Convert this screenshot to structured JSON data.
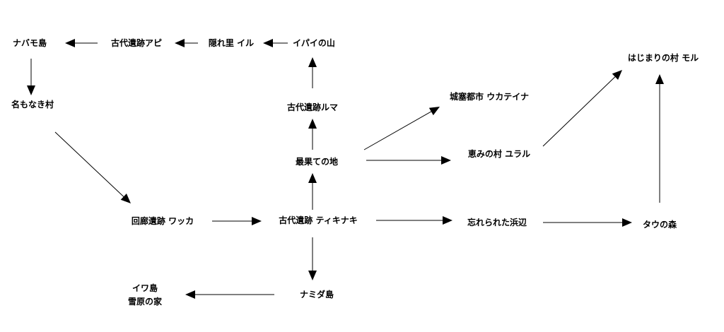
{
  "diagram": {
    "nodes": [
      {
        "id": "nabamo",
        "label": "ナバモ島"
      },
      {
        "id": "apipi",
        "label": "古代遺跡アピ"
      },
      {
        "id": "kakure",
        "label": "隠れ里 イル"
      },
      {
        "id": "ipai",
        "label": "イパイの山"
      },
      {
        "id": "namonaki",
        "label": "名もなき村"
      },
      {
        "id": "ruma",
        "label": "古代遺跡ルマ"
      },
      {
        "id": "jousai",
        "label": "城塞都市 ウカテイナ"
      },
      {
        "id": "hajimari",
        "label": "はじまりの村 モル"
      },
      {
        "id": "saihate",
        "label": "最果ての地"
      },
      {
        "id": "megumi",
        "label": "恵みの村 ユラル"
      },
      {
        "id": "kairou",
        "label": "回廊遺跡 ワッカ"
      },
      {
        "id": "tiki",
        "label": "古代遺跡 ティキナキ"
      },
      {
        "id": "wasure",
        "label": "忘れられた浜辺"
      },
      {
        "id": "tau",
        "label": "タウの森"
      },
      {
        "id": "namida",
        "label": "ナミダ島"
      },
      {
        "id": "iwa",
        "label": "イワ島",
        "label2": "雪原の家"
      }
    ],
    "edges": [
      {
        "from": "apipi",
        "to": "nabamo"
      },
      {
        "from": "kakure",
        "to": "apipi"
      },
      {
        "from": "ipai",
        "to": "kakure"
      },
      {
        "from": "ruma",
        "to": "ipai"
      },
      {
        "from": "saihate",
        "to": "ruma"
      },
      {
        "from": "saihate",
        "to": "jousai"
      },
      {
        "from": "saihate",
        "to": "megumi"
      },
      {
        "from": "megumi",
        "to": "hajimari"
      },
      {
        "from": "tau",
        "to": "hajimari"
      },
      {
        "from": "nabamo",
        "to": "namonaki"
      },
      {
        "from": "namonaki",
        "to": "kairou"
      },
      {
        "from": "kairou",
        "to": "tiki"
      },
      {
        "from": "tiki",
        "to": "saihate"
      },
      {
        "from": "tiki",
        "to": "wasure"
      },
      {
        "from": "wasure",
        "to": "tau"
      },
      {
        "from": "tiki",
        "to": "namida"
      },
      {
        "from": "namida",
        "to": "iwa"
      }
    ]
  }
}
